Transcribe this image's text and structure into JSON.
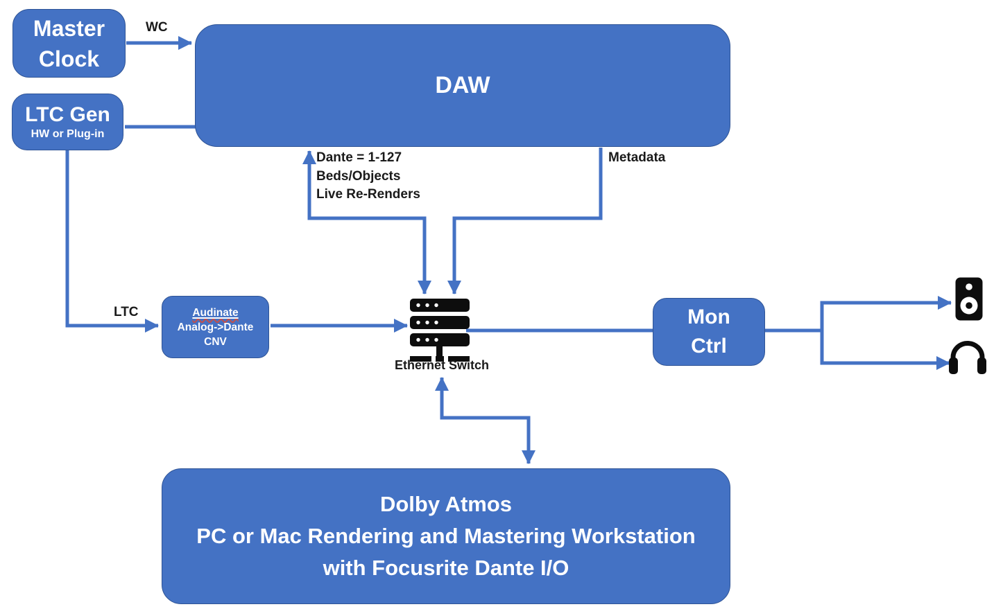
{
  "diagram": {
    "colors": {
      "node_fill": "#4472C4",
      "node_border": "#2E5395",
      "connector": "#4472C4",
      "icon_color": "#0D0D0D",
      "node_text": "#FFFFFF",
      "label_text": "#1A1A1A",
      "spellcheck_squiggle": "#C0504D"
    },
    "nodes": {
      "master_clock": {
        "line1": "Master",
        "line2": "Clock"
      },
      "ltc_gen": {
        "title": "LTC Gen",
        "subtitle": "HW or Plug-in"
      },
      "daw": {
        "label": "DAW"
      },
      "audinate_cnv": {
        "line1": "Audinate",
        "line2": "Analog->Dante",
        "line3": "CNV"
      },
      "mon_ctrl": {
        "line1": "Mon",
        "line2": "Ctrl"
      },
      "dolby_workstation": {
        "line1": "Dolby Atmos",
        "line2": "PC or Mac Rendering and Mastering Workstation",
        "line3": "with Focusrite Dante I/O"
      },
      "ethernet_switch": {
        "label": "Ethernet Switch"
      }
    },
    "edge_labels": {
      "wc": "WC",
      "ltc": "LTC",
      "dante_line1": "Dante = 1-127",
      "dante_line2": "Beds/Objects",
      "dante_line3": "Live Re-Renders",
      "metadata": "Metadata"
    },
    "icons": {
      "ethernet_switch": "ethernet-switch-icon",
      "speaker": "speaker-icon",
      "headphones": "headphones-icon"
    }
  }
}
